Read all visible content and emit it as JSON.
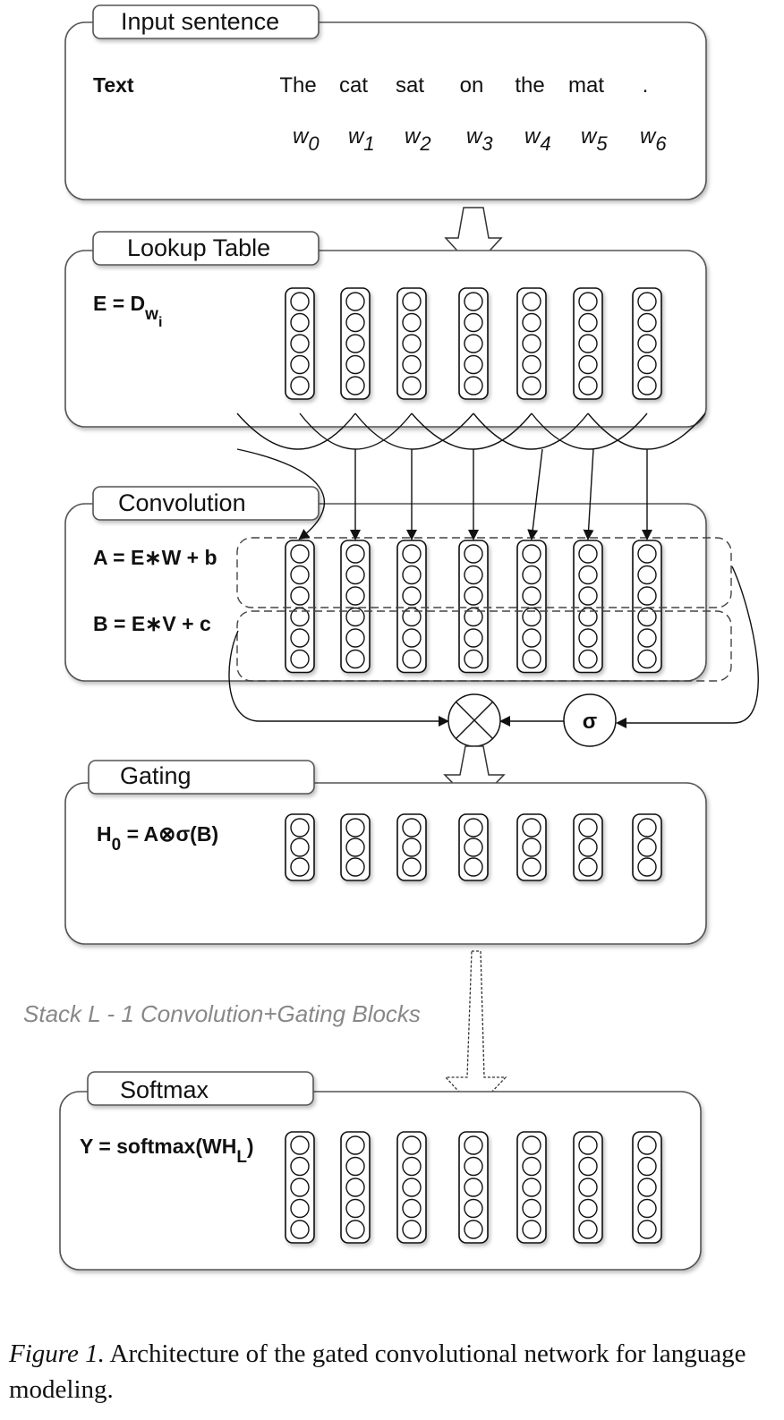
{
  "figure": {
    "stages": [
      {
        "id": "input",
        "title": "Input sentence",
        "equation": "Text"
      },
      {
        "id": "lookup",
        "title": "Lookup Table",
        "equation_main": "E = D",
        "equation_sub": "w",
        "equation_subsub": "i",
        "units_per_vector": 5
      },
      {
        "id": "convolution",
        "title": "Convolution",
        "equation_a": "A = E∗W + b",
        "equation_b": "B = E∗V + c",
        "units_per_vector": 6
      },
      {
        "id": "gating",
        "title": "Gating",
        "equation_main": "H",
        "equation_sub": "0",
        "equation_rest": " = A⊗σ(B)",
        "units_per_vector": 3
      },
      {
        "id": "softmax",
        "title": "Softmax",
        "equation_main": "Y = softmax(WH",
        "equation_sub": "L",
        "equation_rest": ")",
        "units_per_vector": 5
      }
    ],
    "words": [
      "The",
      "cat",
      "sat",
      "on",
      "the",
      "mat",
      "."
    ],
    "word_symbols": [
      {
        "base": "w",
        "sub": "0"
      },
      {
        "base": "w",
        "sub": "1"
      },
      {
        "base": "w",
        "sub": "2"
      },
      {
        "base": "w",
        "sub": "3"
      },
      {
        "base": "w",
        "sub": "4"
      },
      {
        "base": "w",
        "sub": "5"
      },
      {
        "base": "w",
        "sub": "6"
      }
    ],
    "sigma_label": "σ",
    "stack_note": "Stack L - 1 Convolution+Gating Blocks",
    "caption_label": "Figure 1.",
    "caption_text": " Architecture of the gated convolutional network for language modeling."
  }
}
